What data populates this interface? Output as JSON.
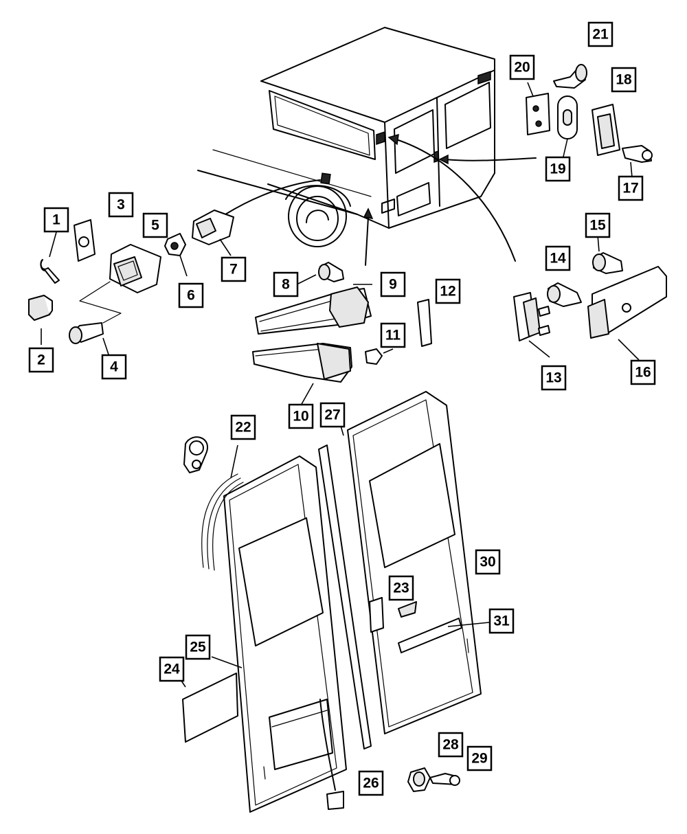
{
  "callouts": [
    {
      "id": "1",
      "label": "1"
    },
    {
      "id": "2",
      "label": "2"
    },
    {
      "id": "3",
      "label": "3"
    },
    {
      "id": "4",
      "label": "4"
    },
    {
      "id": "5",
      "label": "5"
    },
    {
      "id": "6",
      "label": "6"
    },
    {
      "id": "7",
      "label": "7"
    },
    {
      "id": "8",
      "label": "8"
    },
    {
      "id": "9",
      "label": "9"
    },
    {
      "id": "10",
      "label": "10"
    },
    {
      "id": "11",
      "label": "11"
    },
    {
      "id": "12",
      "label": "12"
    },
    {
      "id": "13",
      "label": "13"
    },
    {
      "id": "14",
      "label": "14"
    },
    {
      "id": "15",
      "label": "15"
    },
    {
      "id": "16",
      "label": "16"
    },
    {
      "id": "17",
      "label": "17"
    },
    {
      "id": "18",
      "label": "18"
    },
    {
      "id": "19",
      "label": "19"
    },
    {
      "id": "20",
      "label": "20"
    },
    {
      "id": "21",
      "label": "21"
    },
    {
      "id": "22",
      "label": "22"
    },
    {
      "id": "23",
      "label": "23"
    },
    {
      "id": "24",
      "label": "24"
    },
    {
      "id": "25",
      "label": "25"
    },
    {
      "id": "26",
      "label": "26"
    },
    {
      "id": "27",
      "label": "27"
    },
    {
      "id": "28",
      "label": "28"
    },
    {
      "id": "29",
      "label": "29"
    },
    {
      "id": "30",
      "label": "30"
    },
    {
      "id": "31",
      "label": "31"
    }
  ]
}
